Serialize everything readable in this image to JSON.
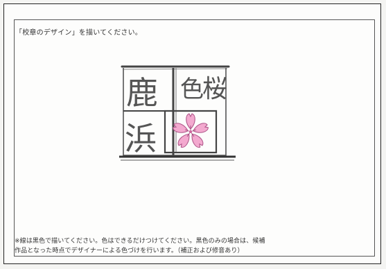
{
  "instruction": "「校章のデザイン」を描いてください。",
  "emblem": {
    "characters": [
      "鹿",
      "浜",
      "桜",
      "色"
    ],
    "flower_icon": "cherry-blossom-icon"
  },
  "footnote": {
    "line1": "※線は黒色で描いてください。色はできるだけつけてください。黒色のみの場合は、候補",
    "line2": "作品となった時点でデザイナーによる色づけを行います。（補正および修音あり）"
  },
  "colors": {
    "pencil": "#555555",
    "blossom_fill": "#f3a9cf",
    "blossom_stroke": "#b0578a"
  }
}
